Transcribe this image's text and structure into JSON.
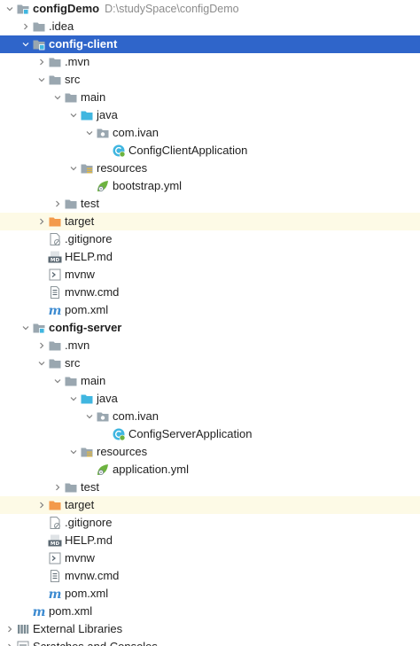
{
  "project_tree": {
    "rows": [
      {
        "label": "configDemo",
        "hint": "D:\\studySpace\\configDemo",
        "depth": 0,
        "arrow": "down",
        "icon": "module-folder-icon",
        "bold": true
      },
      {
        "label": ".idea",
        "depth": 1,
        "arrow": "right",
        "icon": "folder-icon"
      },
      {
        "label": "config-client",
        "depth": 1,
        "arrow": "down",
        "icon": "module-folder-icon",
        "bold": true,
        "selected": true
      },
      {
        "label": ".mvn",
        "depth": 2,
        "arrow": "right",
        "icon": "folder-icon"
      },
      {
        "label": "src",
        "depth": 2,
        "arrow": "down",
        "icon": "folder-icon"
      },
      {
        "label": "main",
        "depth": 3,
        "arrow": "down",
        "icon": "folder-icon"
      },
      {
        "label": "java",
        "depth": 4,
        "arrow": "down",
        "icon": "source-folder-icon"
      },
      {
        "label": "com.ivan",
        "depth": 5,
        "arrow": "down",
        "icon": "package-icon"
      },
      {
        "label": "ConfigClientApplication",
        "depth": 6,
        "arrow": "none",
        "icon": "spring-class-icon"
      },
      {
        "label": "resources",
        "depth": 4,
        "arrow": "down",
        "icon": "resources-folder-icon"
      },
      {
        "label": "bootstrap.yml",
        "depth": 5,
        "arrow": "none",
        "icon": "spring-leaf-icon"
      },
      {
        "label": "test",
        "depth": 3,
        "arrow": "right",
        "icon": "folder-icon"
      },
      {
        "label": "target",
        "depth": 2,
        "arrow": "right",
        "icon": "excluded-folder-icon",
        "excluded": true
      },
      {
        "label": ".gitignore",
        "depth": 2,
        "arrow": "none",
        "icon": "gitignore-file-icon"
      },
      {
        "label": "HELP.md",
        "depth": 2,
        "arrow": "none",
        "icon": "markdown-file-icon"
      },
      {
        "label": "mvnw",
        "depth": 2,
        "arrow": "none",
        "icon": "shell-script-icon"
      },
      {
        "label": "mvnw.cmd",
        "depth": 2,
        "arrow": "none",
        "icon": "text-file-icon"
      },
      {
        "label": "pom.xml",
        "depth": 2,
        "arrow": "none",
        "icon": "maven-pom-icon"
      },
      {
        "label": "config-server",
        "depth": 1,
        "arrow": "down",
        "icon": "module-folder-icon",
        "bold": true
      },
      {
        "label": ".mvn",
        "depth": 2,
        "arrow": "right",
        "icon": "folder-icon"
      },
      {
        "label": "src",
        "depth": 2,
        "arrow": "down",
        "icon": "folder-icon"
      },
      {
        "label": "main",
        "depth": 3,
        "arrow": "down",
        "icon": "folder-icon"
      },
      {
        "label": "java",
        "depth": 4,
        "arrow": "down",
        "icon": "source-folder-icon"
      },
      {
        "label": "com.ivan",
        "depth": 5,
        "arrow": "down",
        "icon": "package-icon"
      },
      {
        "label": "ConfigServerApplication",
        "depth": 6,
        "arrow": "none",
        "icon": "spring-class-icon"
      },
      {
        "label": "resources",
        "depth": 4,
        "arrow": "down",
        "icon": "resources-folder-icon"
      },
      {
        "label": "application.yml",
        "depth": 5,
        "arrow": "none",
        "icon": "spring-leaf-icon"
      },
      {
        "label": "test",
        "depth": 3,
        "arrow": "right",
        "icon": "folder-icon"
      },
      {
        "label": "target",
        "depth": 2,
        "arrow": "right",
        "icon": "excluded-folder-icon",
        "excluded": true
      },
      {
        "label": ".gitignore",
        "depth": 2,
        "arrow": "none",
        "icon": "gitignore-file-icon"
      },
      {
        "label": "HELP.md",
        "depth": 2,
        "arrow": "none",
        "icon": "markdown-file-icon"
      },
      {
        "label": "mvnw",
        "depth": 2,
        "arrow": "none",
        "icon": "shell-script-icon"
      },
      {
        "label": "mvnw.cmd",
        "depth": 2,
        "arrow": "none",
        "icon": "text-file-icon"
      },
      {
        "label": "pom.xml",
        "depth": 2,
        "arrow": "none",
        "icon": "maven-pom-icon"
      },
      {
        "label": "pom.xml",
        "depth": 1,
        "arrow": "none",
        "icon": "maven-pom-icon"
      },
      {
        "label": "External Libraries",
        "depth": 0,
        "arrow": "right",
        "icon": "libraries-icon"
      },
      {
        "label": "Scratches and Consoles",
        "depth": 0,
        "arrow": "right",
        "icon": "scratches-icon"
      }
    ]
  }
}
